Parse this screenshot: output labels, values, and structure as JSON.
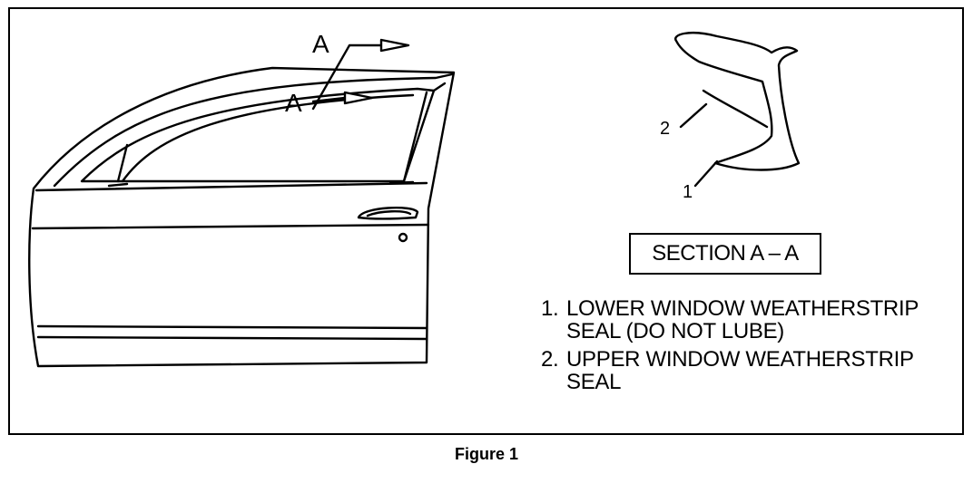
{
  "figure": {
    "section_markers": {
      "upper": "A",
      "lower": "A"
    },
    "callouts": {
      "upper_seal": "2",
      "lower_seal": "1"
    },
    "section_title": "SECTION A – A",
    "legend": [
      {
        "number": "1.",
        "text": "LOWER WINDOW WEATHERSTRIP SEAL (DO NOT LUBE)"
      },
      {
        "number": "2.",
        "text": "UPPER WINDOW WEATHERSTRIP SEAL"
      }
    ],
    "caption": "Figure 1"
  }
}
